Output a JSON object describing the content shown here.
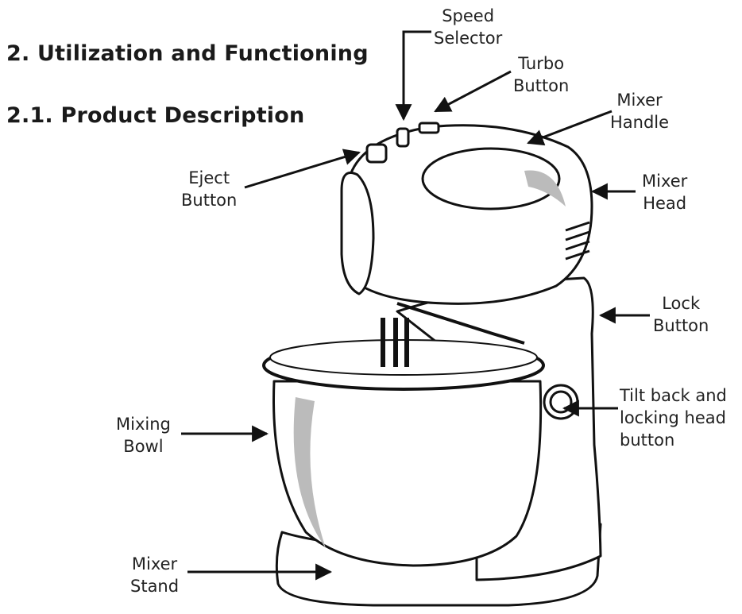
{
  "headings": {
    "section": "2. Utilization and Functioning",
    "subsection": "2.1. Product Description"
  },
  "labels": {
    "speed_selector": [
      "Speed",
      "Selector"
    ],
    "turbo_button": [
      "Turbo",
      "Button"
    ],
    "mixer_handle": [
      "Mixer",
      "Handle"
    ],
    "eject_button": [
      "Eject",
      "Button"
    ],
    "mixer_head": [
      "Mixer",
      "Head"
    ],
    "lock_button": [
      "Lock",
      "Button"
    ],
    "tilt_button": [
      "Tilt back and",
      "locking head",
      "button"
    ],
    "mixing_bowl": [
      "Mixing",
      "Bowl"
    ],
    "mixer_stand": [
      "Mixer",
      "Stand"
    ]
  }
}
